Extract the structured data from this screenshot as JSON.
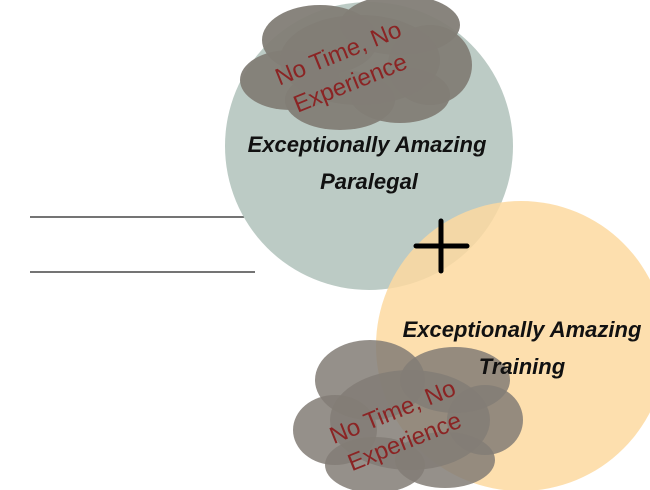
{
  "colors": {
    "circle_paralegal": "#bccbc5",
    "circle_training": "#fdd9a0",
    "cloud": "#827d76",
    "cloud_text": "#8b2424",
    "plus": "#000000"
  },
  "paralegal": {
    "line1": "Exceptionally Amazing",
    "line2": "Paralegal"
  },
  "training": {
    "line1": "Exceptionally Amazing",
    "line2": "Training"
  },
  "cloud_top": {
    "line1": "No Time, No",
    "line2": "Experience"
  },
  "cloud_bottom": {
    "line1": "No Time, No",
    "line2": "Experience"
  },
  "plus_icon": "plus-icon"
}
